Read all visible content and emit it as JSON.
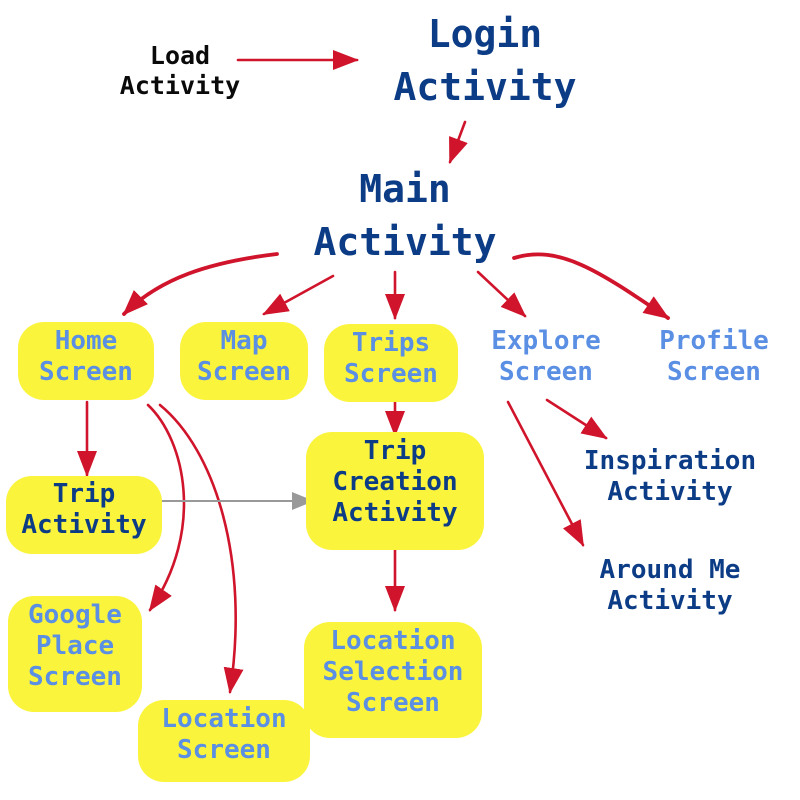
{
  "nodes": {
    "load": {
      "line1": "Load",
      "line2": "Activity"
    },
    "login": {
      "line1": "Login",
      "line2": "Activity"
    },
    "main": {
      "line1": "Main",
      "line2": "Activity"
    },
    "home": {
      "line1": "Home",
      "line2": "Screen"
    },
    "map": {
      "line1": "Map",
      "line2": "Screen"
    },
    "trips": {
      "line1": "Trips",
      "line2": "Screen"
    },
    "explore": {
      "line1": "Explore",
      "line2": "Screen"
    },
    "profile": {
      "line1": "Profile",
      "line2": "Screen"
    },
    "trip_activity": {
      "line1": "Trip",
      "line2": "Activity"
    },
    "trip_creation": {
      "line1": "Trip",
      "line2": "Creation",
      "line3": "Activity"
    },
    "inspiration": {
      "line1": "Inspiration",
      "line2": "Activity"
    },
    "around_me": {
      "line1": "Around Me",
      "line2": "Activity"
    },
    "google_place": {
      "line1": "Google",
      "line2": "Place",
      "line3": "Screen"
    },
    "location_selection": {
      "line1": "Location",
      "line2": "Selection",
      "line3": "Screen"
    },
    "location": {
      "line1": "Location",
      "line2": "Screen"
    }
  },
  "colors": {
    "arrow": "#d0142b",
    "arrow_secondary": "#999999",
    "highlight": "#fbf43c",
    "text_dark": "#0c3c86",
    "text_light": "#5a8fe4",
    "text_black": "#0a0a0a"
  }
}
